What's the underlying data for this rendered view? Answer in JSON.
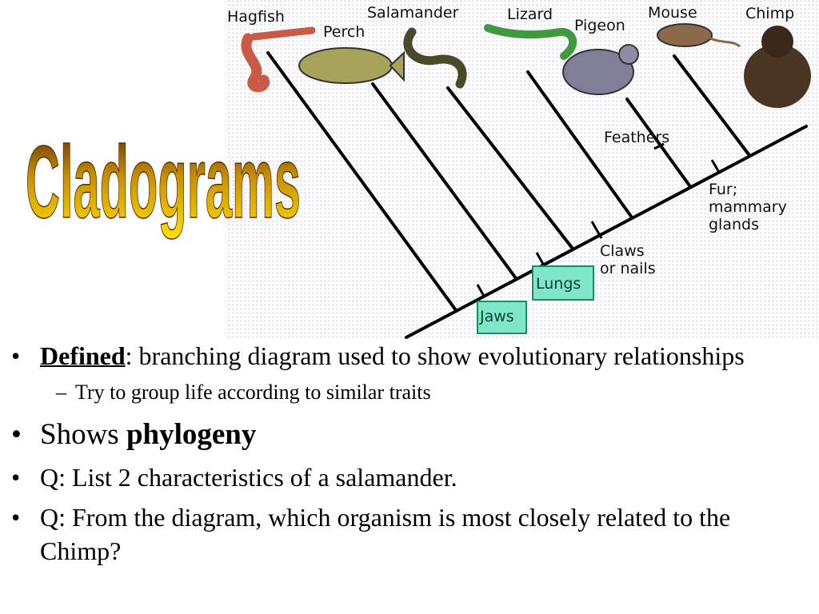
{
  "title": "Cladograms",
  "organisms": [
    "Hagfish",
    "Perch",
    "Salamander",
    "Lizard",
    "Pigeon",
    "Mouse",
    "Chimp"
  ],
  "traits": {
    "jaws": "Jaws",
    "lungs": "Lungs",
    "claws": "Claws or nails",
    "feathers": "Feathers",
    "fur": "Fur; mammary glands"
  },
  "bullets": [
    {
      "bold": "Defined",
      "text": ": branching diagram used to show evolutionary relationships"
    },
    {
      "sub": "Try to group life according to similar traits"
    },
    {
      "pre": "Shows ",
      "bold": "phylogeny"
    },
    {
      "text": "Q: List 2 characteristics of a salamander."
    },
    {
      "text": "Q: From the diagram, which organism is most closely related to the Chimp?"
    }
  ],
  "colors": {
    "highlight_box": "#7fe6c8",
    "highlight_border": "#1d8a6a",
    "title_gold": "#f2c200",
    "title_brown": "#5a2a08"
  }
}
